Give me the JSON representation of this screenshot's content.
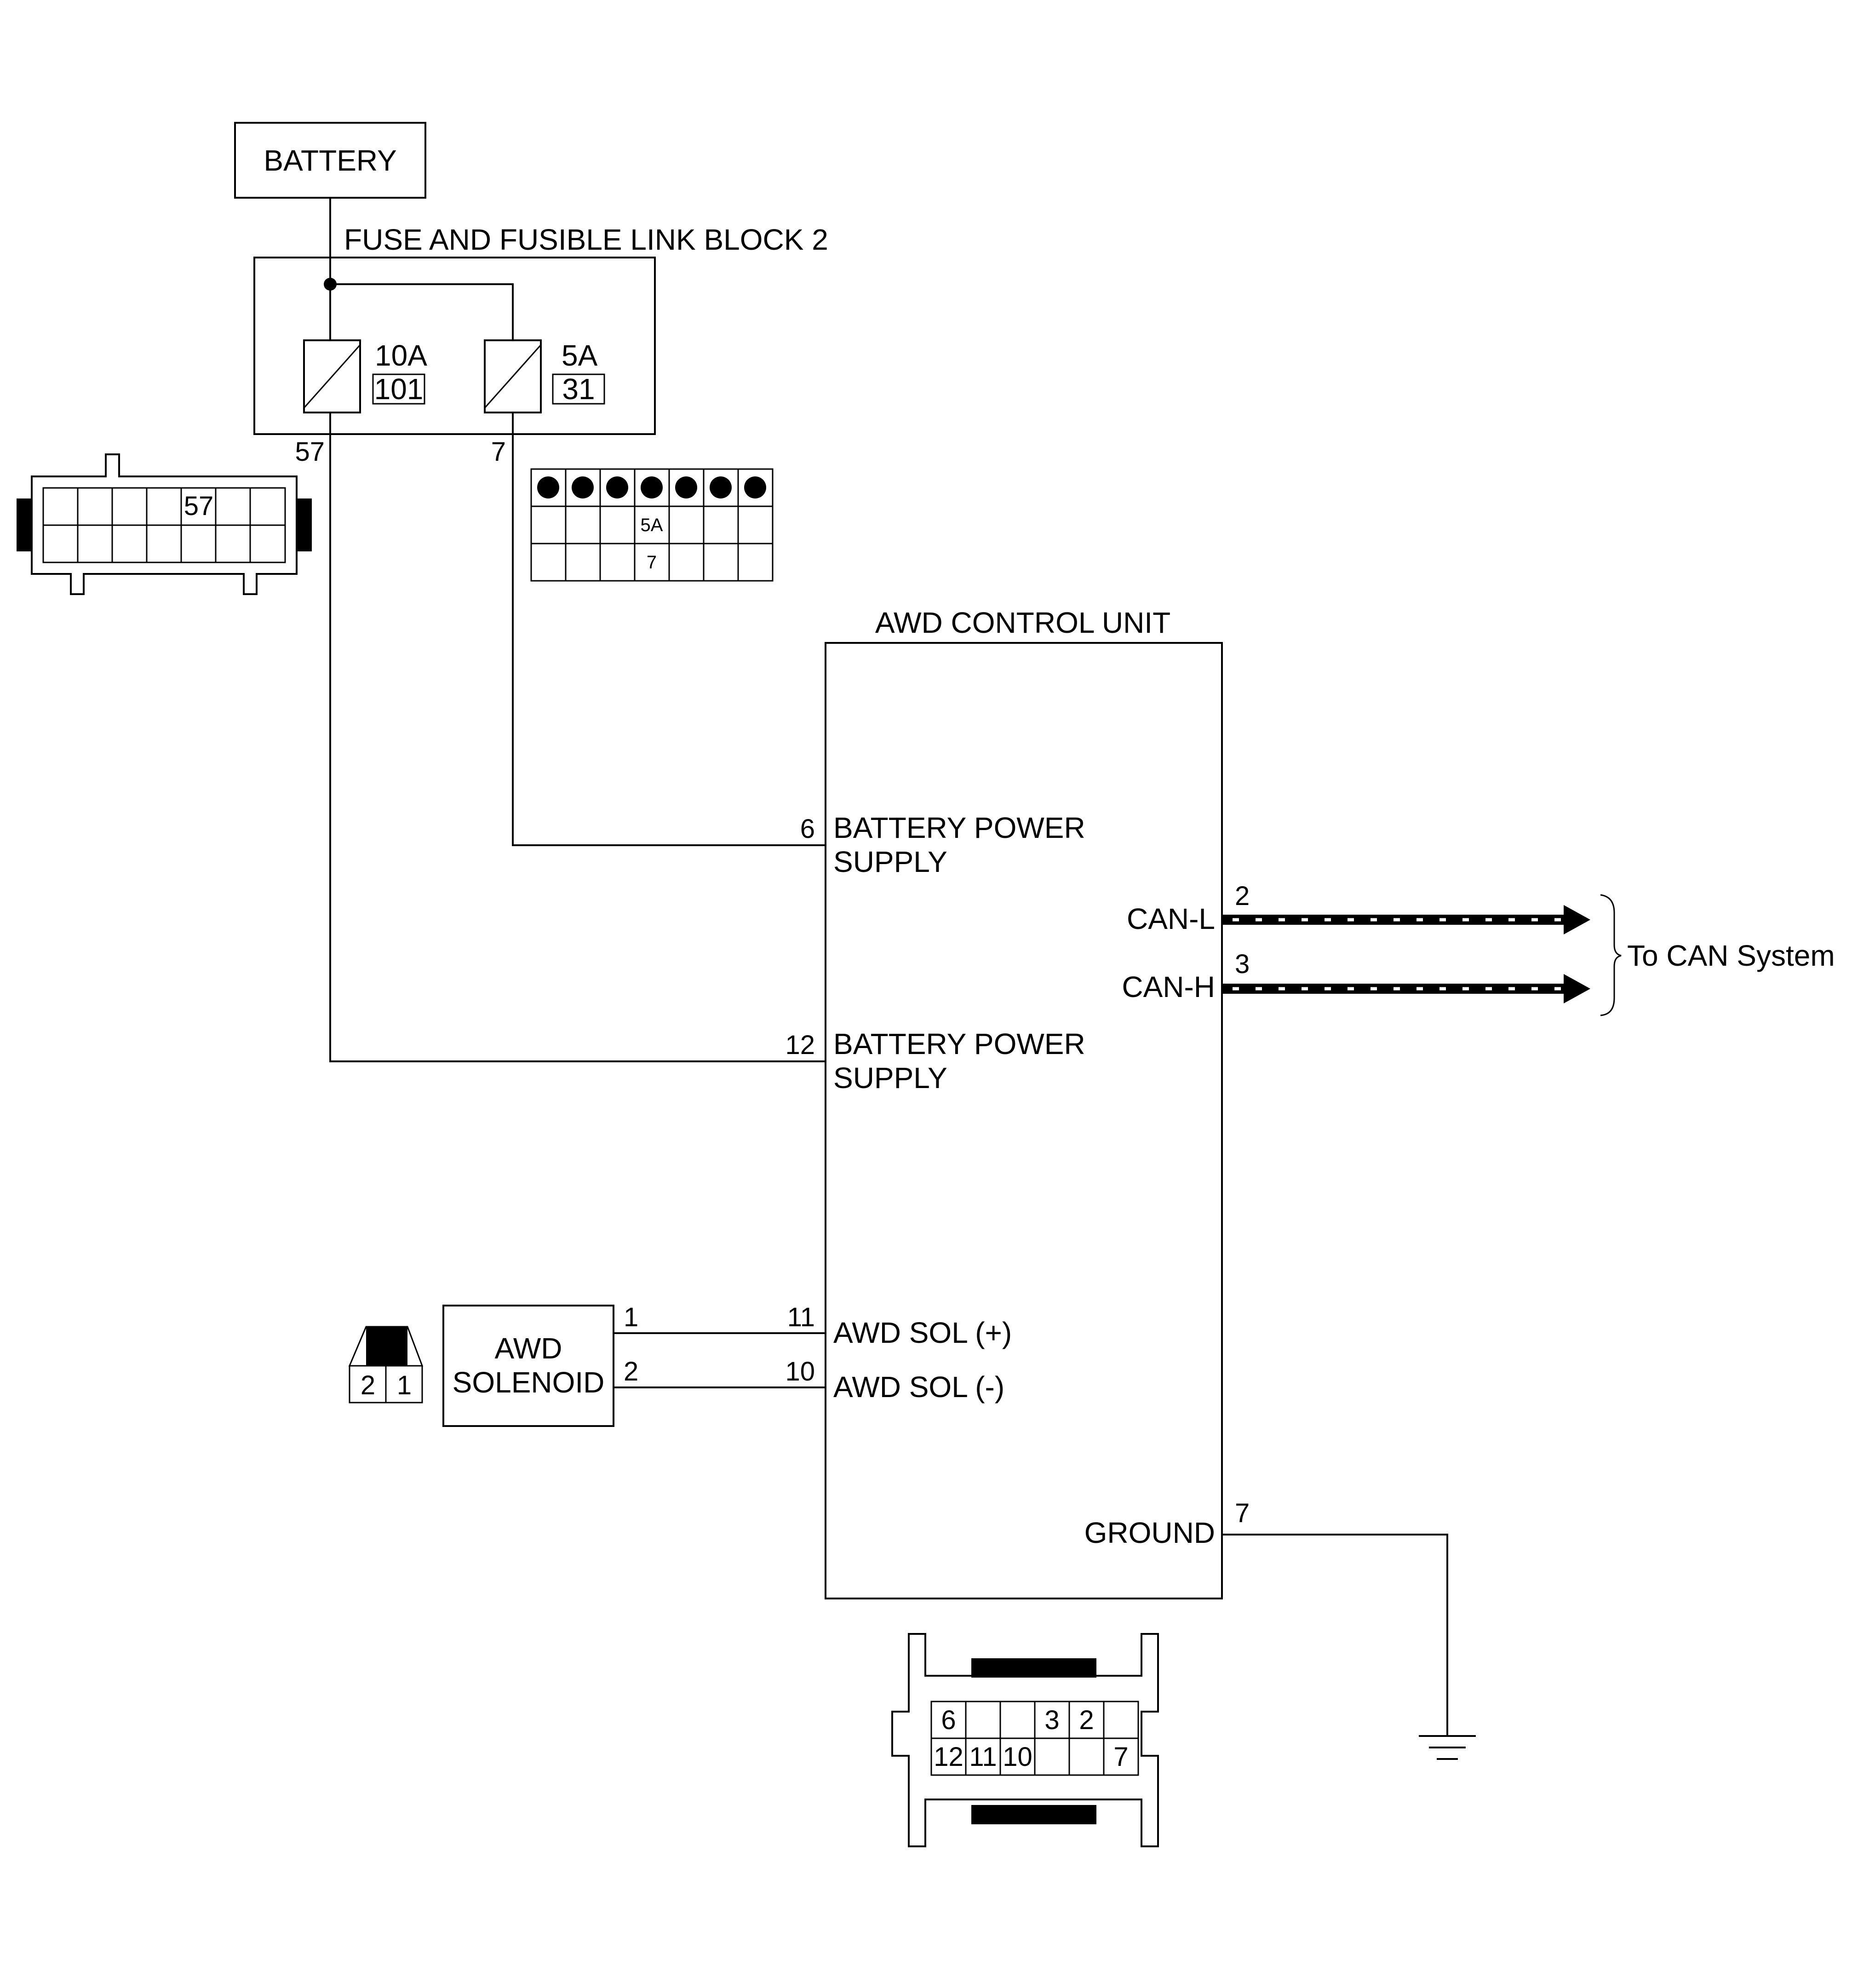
{
  "battery": {
    "label": "BATTERY"
  },
  "fuse_block": {
    "title": "FUSE AND FUSIBLE LINK BLOCK 2",
    "fuse_10a": {
      "rating": "10A",
      "number": "101",
      "terminal": "57"
    },
    "fuse_5a": {
      "rating": "5A",
      "number": "31",
      "terminal": "7"
    }
  },
  "connector_57": {
    "pin_label": "57"
  },
  "connector_fuse": {
    "cell_rating": "5A",
    "cell_terminal": "7"
  },
  "control_unit": {
    "title": "AWD CONTROL UNIT",
    "inputs": [
      {
        "pin": "6",
        "line1": "BATTERY POWER",
        "line2": "SUPPLY"
      },
      {
        "pin": "12",
        "line1": "BATTERY POWER",
        "line2": "SUPPLY"
      },
      {
        "pin": "11",
        "line1": "AWD SOL (+)"
      },
      {
        "pin": "10",
        "line1": "AWD SOL (-)"
      }
    ],
    "outputs": [
      {
        "pin": "2",
        "label": "CAN-L"
      },
      {
        "pin": "3",
        "label": "CAN-H"
      },
      {
        "pin": "7",
        "label": "GROUND"
      }
    ]
  },
  "can": {
    "label": "To CAN System"
  },
  "solenoid": {
    "line1": "AWD",
    "line2": "SOLENOID",
    "pin_plus": "1",
    "pin_minus": "2",
    "connector_pins": [
      "2",
      "1"
    ]
  },
  "ecu_connector": {
    "top_row": [
      "6",
      "",
      "",
      "3",
      "2",
      ""
    ],
    "bottom_row": [
      "12",
      "11",
      "10",
      "",
      "",
      "7"
    ]
  }
}
